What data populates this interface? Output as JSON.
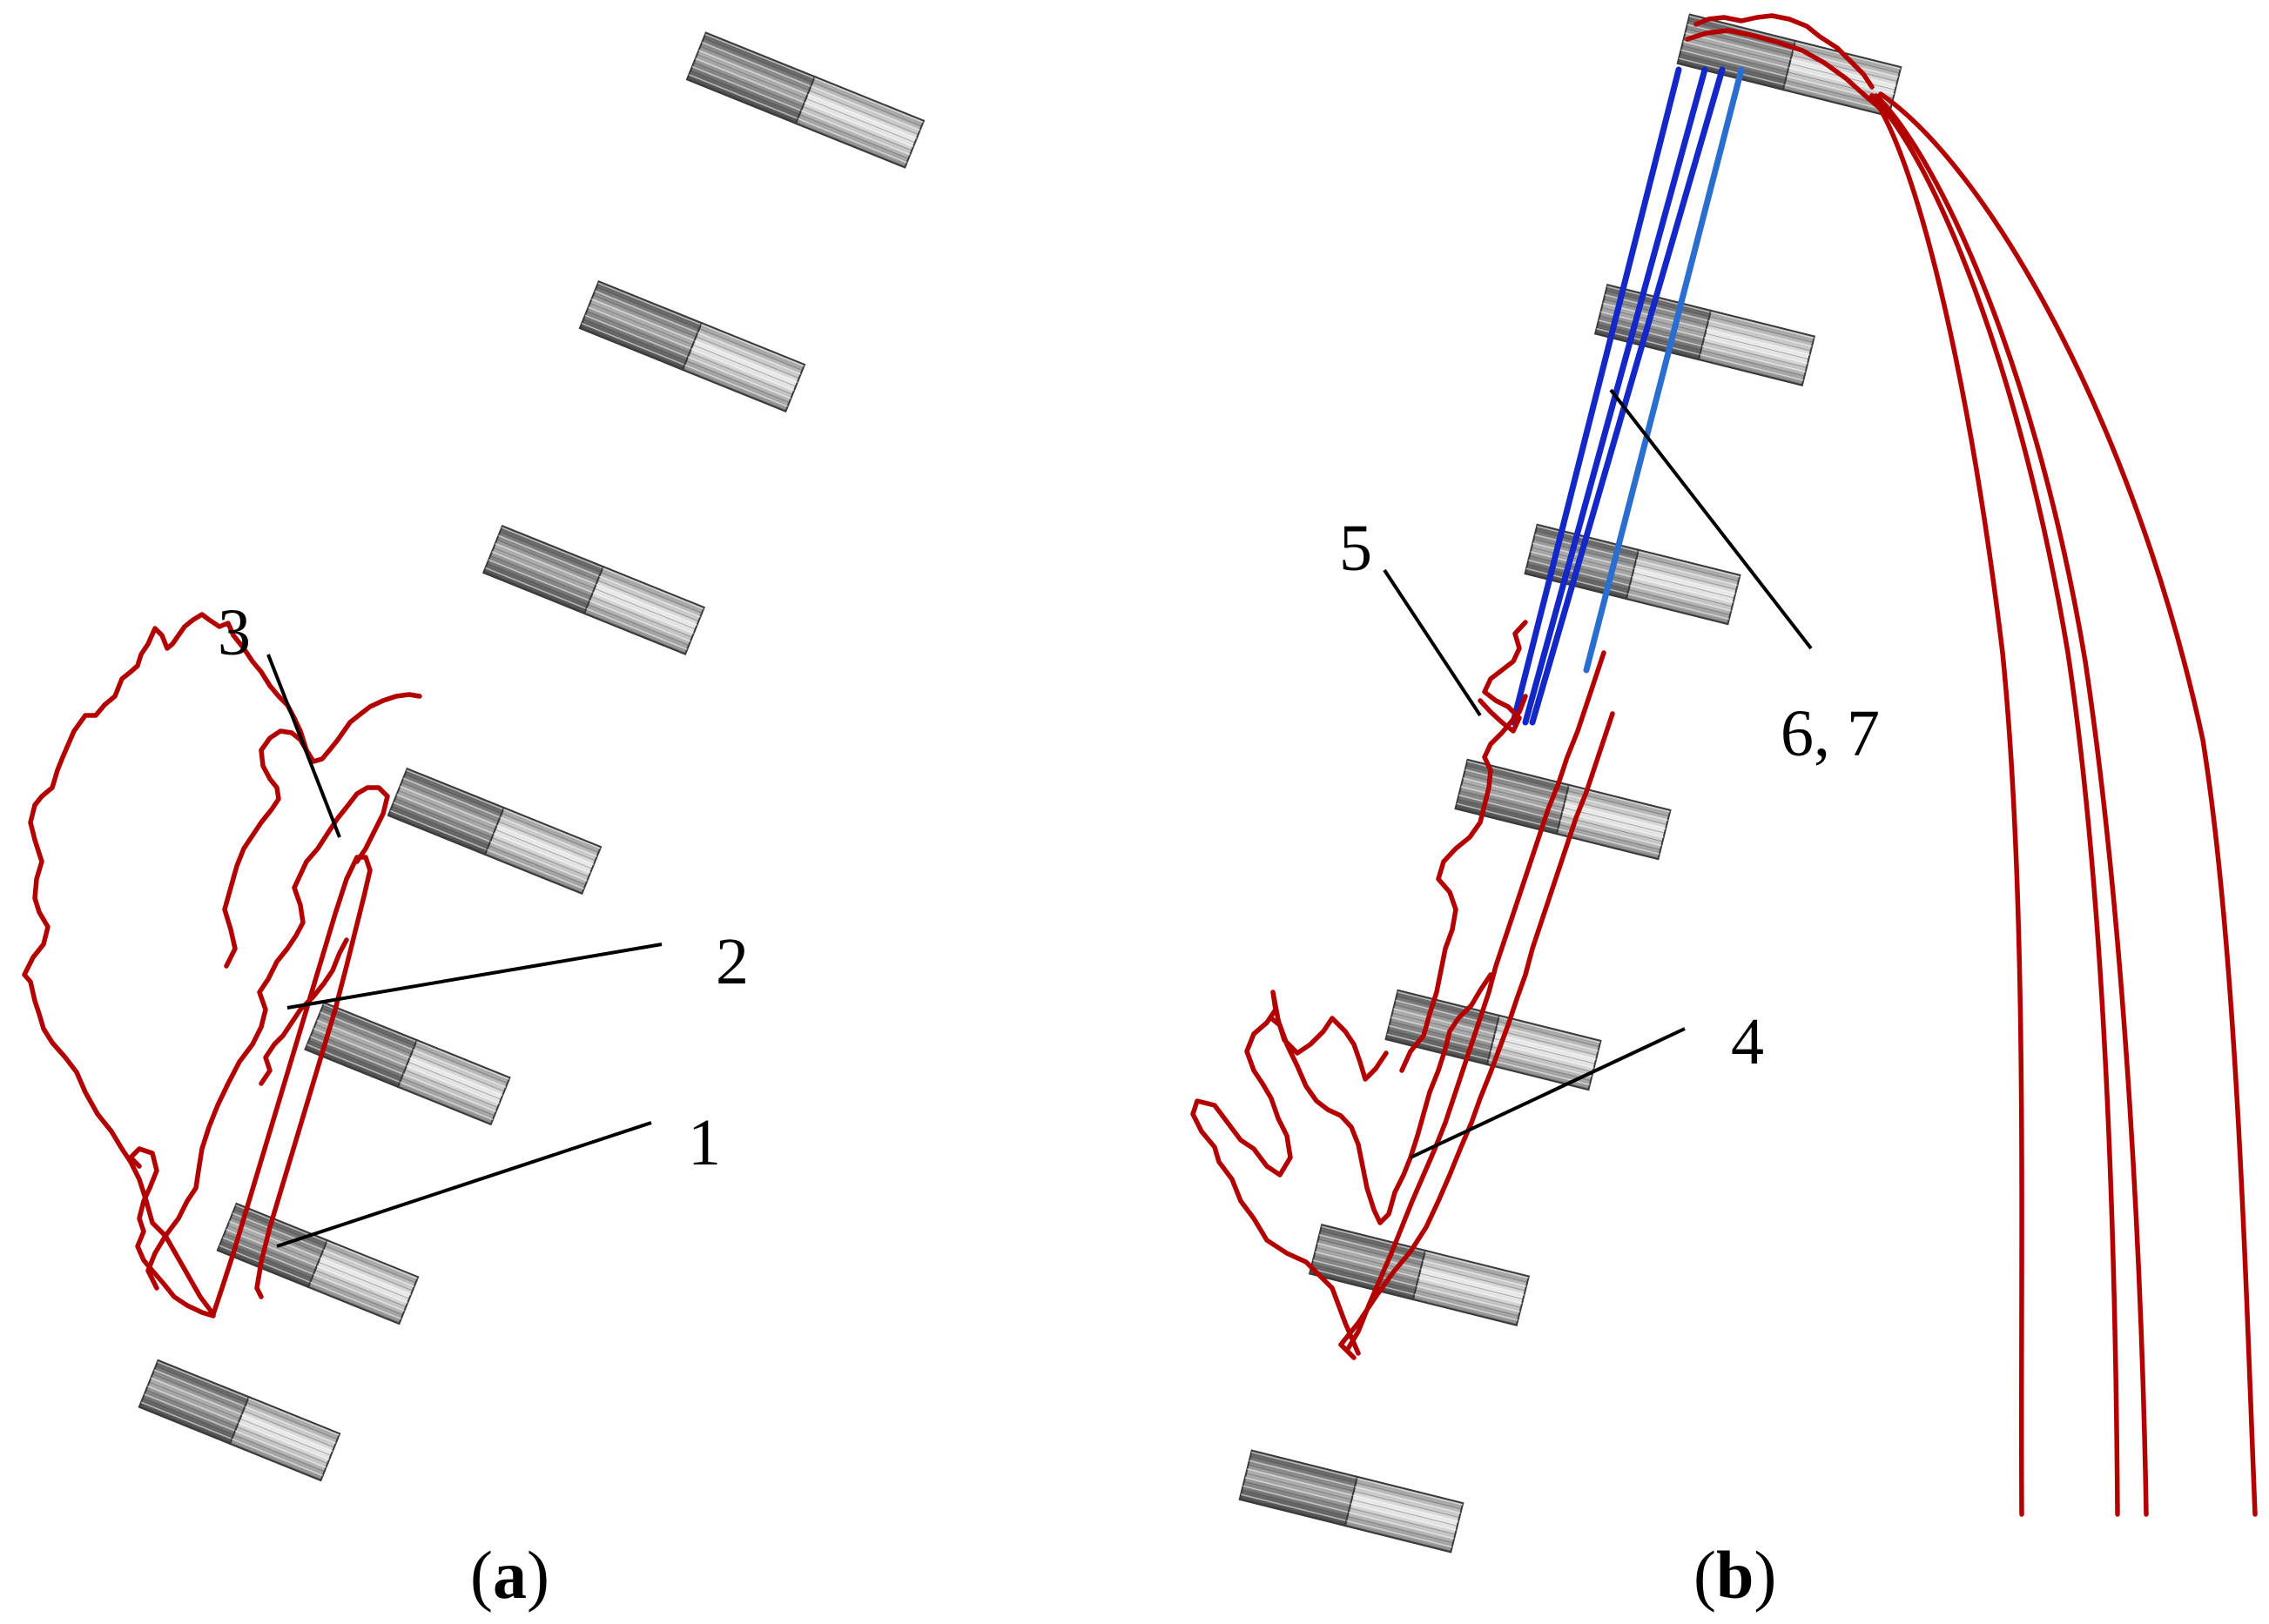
{
  "panels": [
    {
      "id": "a",
      "caption": {
        "open": "(",
        "letter": "a",
        "close": ")"
      },
      "labels": [
        "1",
        "2",
        "3"
      ]
    },
    {
      "id": "b",
      "caption": {
        "open": "(",
        "letter": "b",
        "close": ")"
      },
      "labels": [
        "4",
        "5",
        "6, 7"
      ]
    }
  ],
  "colors": {
    "trajectory": "#b30000",
    "ladder_rail_dark": "#1428c8",
    "ladder_rail_light": "#2a6fd0",
    "member_dark": "#7a7a7a",
    "member_light": "#d2d2d2",
    "leader_line": "#000000"
  }
}
